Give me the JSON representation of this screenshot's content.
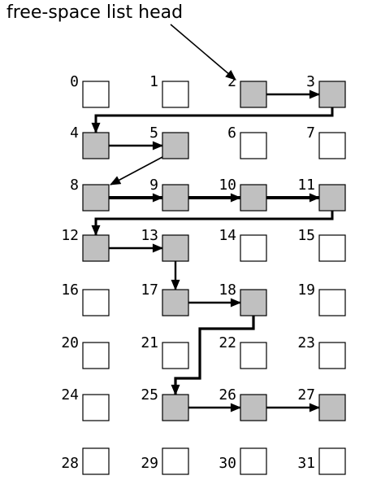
{
  "title": "free-space list head",
  "colors": {
    "free_block": "#c0c0c0",
    "used_block": "#ffffff",
    "line": "#000000"
  },
  "blocks": [
    {
      "label": "0",
      "free": false
    },
    {
      "label": "1",
      "free": false
    },
    {
      "label": "2",
      "free": true
    },
    {
      "label": "3",
      "free": true
    },
    {
      "label": "4",
      "free": true
    },
    {
      "label": "5",
      "free": true
    },
    {
      "label": "6",
      "free": false
    },
    {
      "label": "7",
      "free": false
    },
    {
      "label": "8",
      "free": true
    },
    {
      "label": "9",
      "free": true
    },
    {
      "label": "10",
      "free": true
    },
    {
      "label": "11",
      "free": true
    },
    {
      "label": "12",
      "free": true
    },
    {
      "label": "13",
      "free": true
    },
    {
      "label": "14",
      "free": false
    },
    {
      "label": "15",
      "free": false
    },
    {
      "label": "16",
      "free": false
    },
    {
      "label": "17",
      "free": true
    },
    {
      "label": "18",
      "free": true
    },
    {
      "label": "19",
      "free": false
    },
    {
      "label": "20",
      "free": false
    },
    {
      "label": "21",
      "free": false
    },
    {
      "label": "22",
      "free": false
    },
    {
      "label": "23",
      "free": false
    },
    {
      "label": "24",
      "free": false
    },
    {
      "label": "25",
      "free": true
    },
    {
      "label": "26",
      "free": true
    },
    {
      "label": "27",
      "free": true
    },
    {
      "label": "28",
      "free": false
    },
    {
      "label": "29",
      "free": false
    },
    {
      "label": "30",
      "free": false
    },
    {
      "label": "31",
      "free": false
    }
  ],
  "free_list": [
    2,
    3,
    4,
    5,
    8,
    9,
    10,
    11,
    12,
    13,
    17,
    18,
    25,
    26,
    27
  ]
}
